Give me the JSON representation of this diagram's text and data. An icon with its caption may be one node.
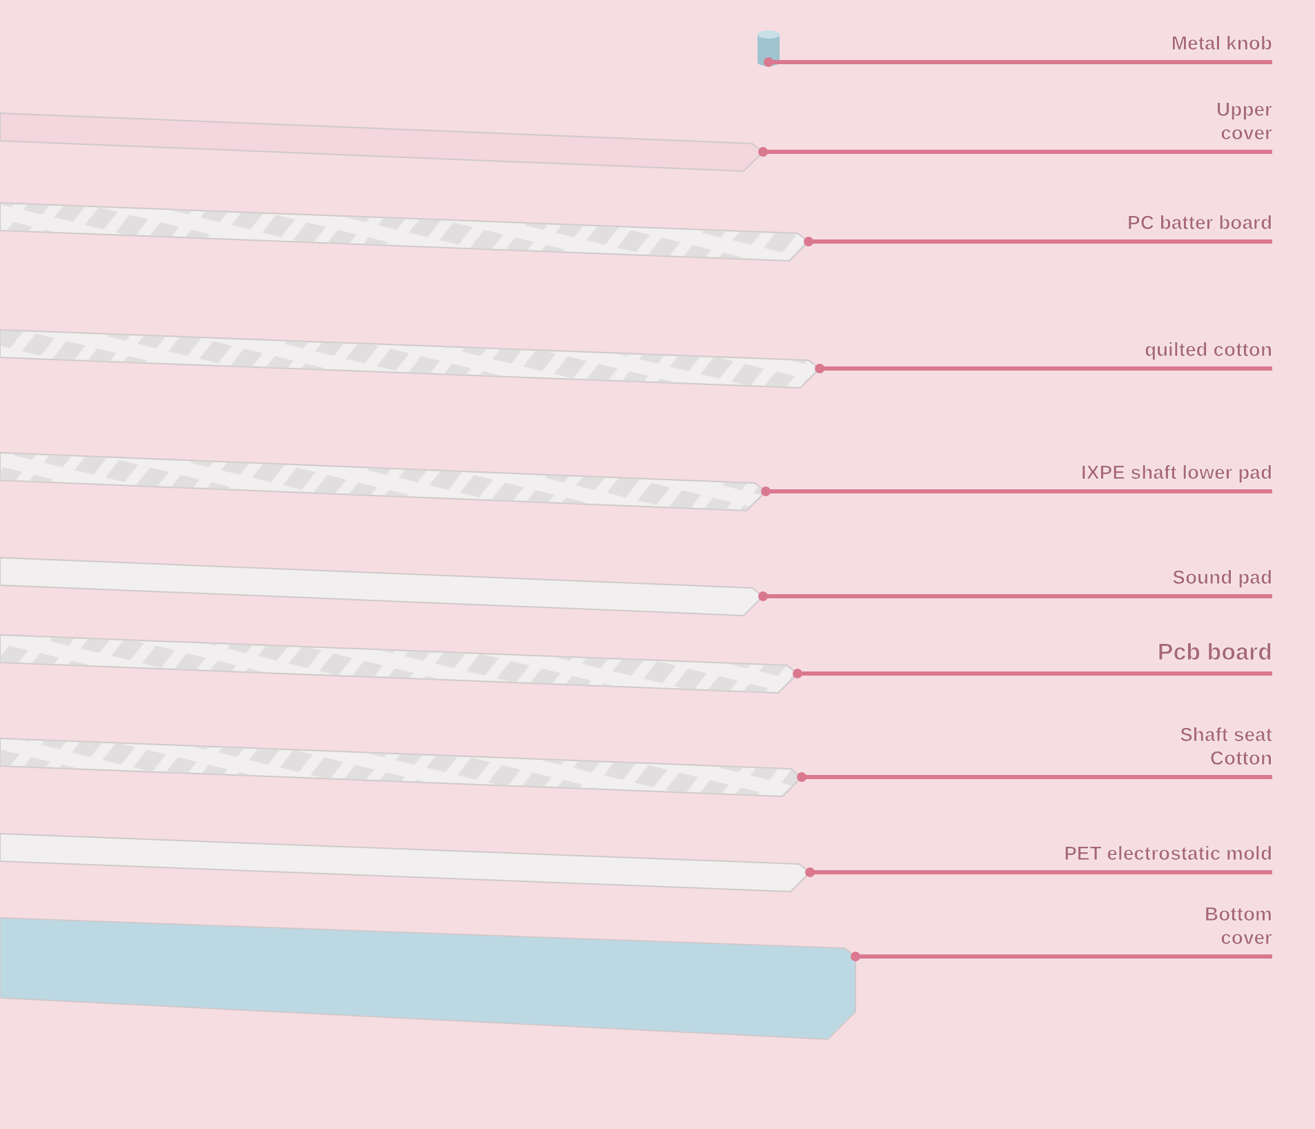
{
  "diagram": {
    "nodes": [
      {
        "text": [
          "Metal knob"
        ]
      },
      {
        "text": [
          "Upper cover"
        ]
      },
      {
        "text": [
          "PC batter board"
        ]
      },
      {
        "text": [
          "quilted cotton"
        ]
      },
      {
        "text": [
          "IXPE shaft lower pad"
        ]
      },
      {
        "text": [
          "Sound pad"
        ]
      },
      {
        "text": [
          "Pcb board"
        ]
      },
      {
        "text": [
          "Shaft seat Cotton"
        ]
      },
      {
        "text": [
          "PET electrostatic mold"
        ]
      },
      {
        "text": [
          "Bottom cover"
        ]
      },
      {
        "text": [],
        "shape": "cylinder"
      },
      {
        "text": [],
        "shape": "picture"
      },
      {
        "text": [],
        "shape": "picture"
      },
      {
        "text": [],
        "shape": "picture"
      },
      {
        "text": [],
        "shape": "picture"
      },
      {
        "text": [],
        "shape": "picture"
      },
      {
        "text": [],
        "shape": "picture"
      },
      {
        "text": [],
        "shape": "picture"
      },
      {
        "text": [],
        "shape": "picture"
      },
      {
        "text": [],
        "shape": "picture"
      }
    ],
    "edges": [
      {
        "from": 0,
        "to": 10,
        "arrow": "other"
      },
      {
        "from": 1,
        "to": 11,
        "arrow": "other"
      },
      {
        "from": 2,
        "to": 12,
        "arrow": "other"
      },
      {
        "from": 3,
        "to": 13,
        "arrow": "other"
      },
      {
        "from": 4,
        "to": 14,
        "arrow": "other"
      },
      {
        "from": 5,
        "to": 15,
        "arrow": "other"
      },
      {
        "from": 6,
        "to": 16,
        "arrow": "other"
      },
      {
        "from": 7,
        "to": 17,
        "arrow": "other"
      },
      {
        "from": 8,
        "to": 18,
        "arrow": "other"
      },
      {
        "from": 9,
        "to": 19,
        "arrow": "other"
      }
    ]
  }
}
